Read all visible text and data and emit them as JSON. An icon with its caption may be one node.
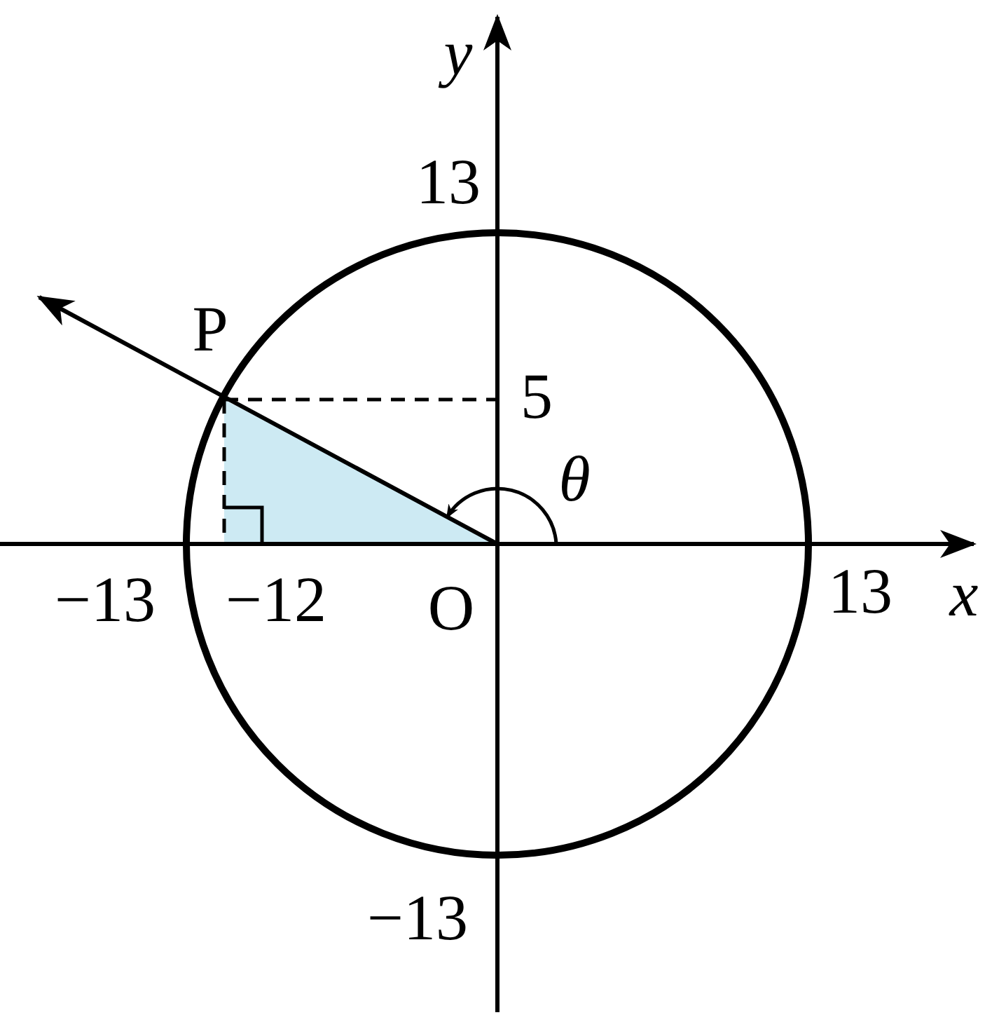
{
  "diagram": {
    "labels": [
      "y",
      "13",
      "P",
      "5",
      "θ",
      "−13",
      "−12",
      "O",
      "13",
      "x",
      "−13"
    ]
  }
}
